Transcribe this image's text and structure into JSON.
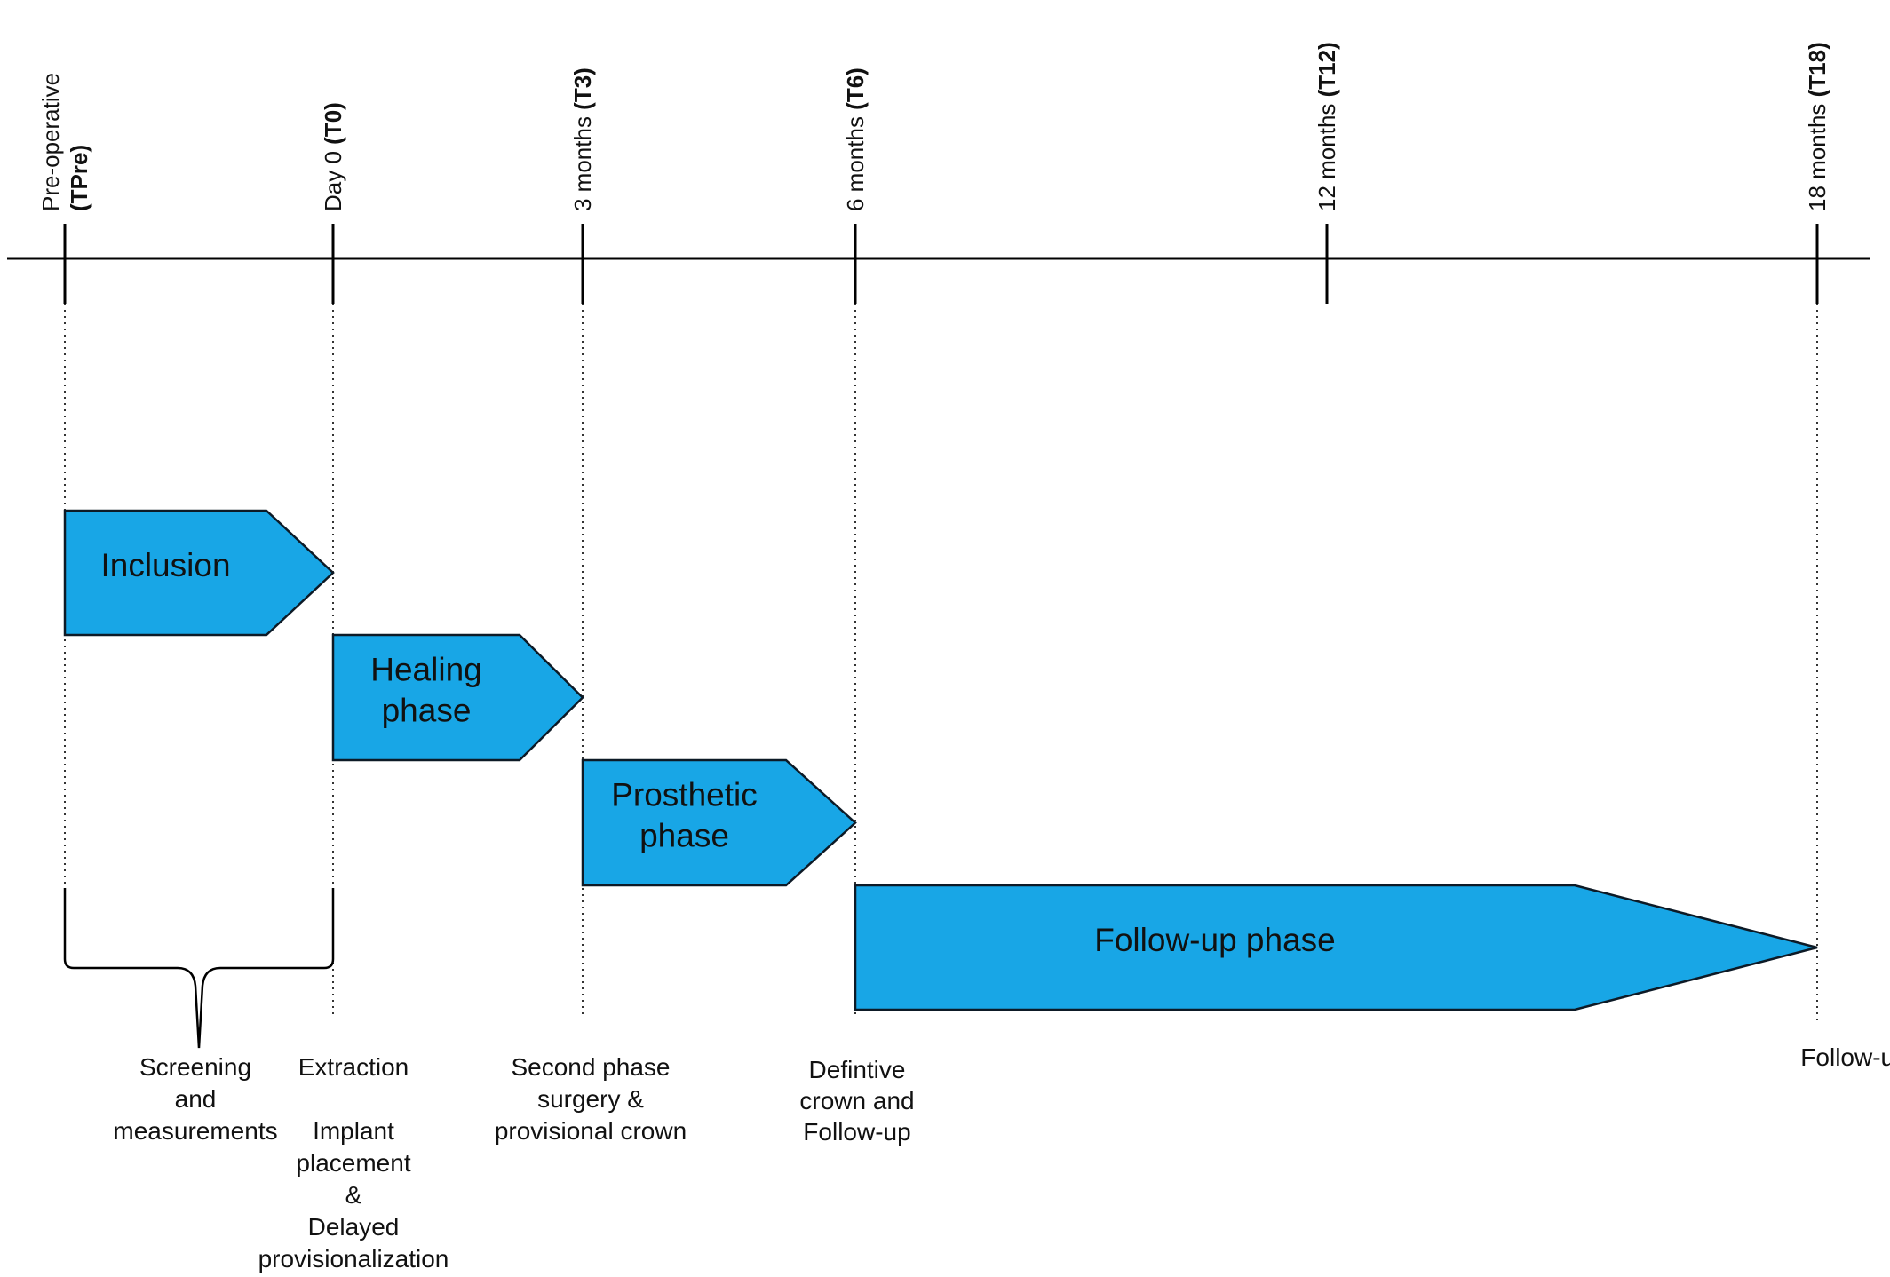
{
  "timepoints": [
    {
      "id": "tpre",
      "lines": [
        {
          "plain": "Pre-operative",
          "bold": ""
        },
        {
          "plain": "",
          "bold": "(TPre)"
        }
      ]
    },
    {
      "id": "t0",
      "lines": [
        {
          "plain": "Day 0 ",
          "bold": "(T0)"
        }
      ]
    },
    {
      "id": "t3",
      "lines": [
        {
          "plain": "3 months ",
          "bold": "(T3)"
        }
      ]
    },
    {
      "id": "t6",
      "lines": [
        {
          "plain": "6 months ",
          "bold": "(T6)"
        }
      ]
    },
    {
      "id": "t12",
      "lines": [
        {
          "plain": "12 months ",
          "bold": "(T12)"
        }
      ]
    },
    {
      "id": "t18",
      "lines": [
        {
          "plain": "18 months ",
          "bold": "(T18)"
        }
      ]
    }
  ],
  "phases": [
    {
      "id": "inclusion",
      "lines": [
        "Inclusion"
      ],
      "color": "#18a6e6"
    },
    {
      "id": "healing",
      "lines": [
        "Healing",
        "phase"
      ],
      "color": "#18a6e6"
    },
    {
      "id": "prosthetic",
      "lines": [
        "Prosthetic",
        "phase"
      ],
      "color": "#18a6e6"
    },
    {
      "id": "follow-up",
      "lines": [
        "Follow-up phase"
      ],
      "color": "#18a6e6"
    }
  ],
  "annotations": [
    {
      "id": "screening",
      "lines": [
        "Screening",
        "and",
        "measurements"
      ]
    },
    {
      "id": "extraction",
      "lines": [
        "Extraction",
        "",
        "Implant",
        "placement",
        "&",
        "Delayed",
        "provisionalization"
      ]
    },
    {
      "id": "second-phase",
      "lines": [
        "Second phase",
        "surgery  &",
        "provisional crown"
      ]
    },
    {
      "id": "definitive",
      "lines": [
        "Defintive",
        "crown and",
        "Follow-up"
      ]
    },
    {
      "id": "follow-up",
      "lines": [
        "Follow-up"
      ]
    }
  ]
}
